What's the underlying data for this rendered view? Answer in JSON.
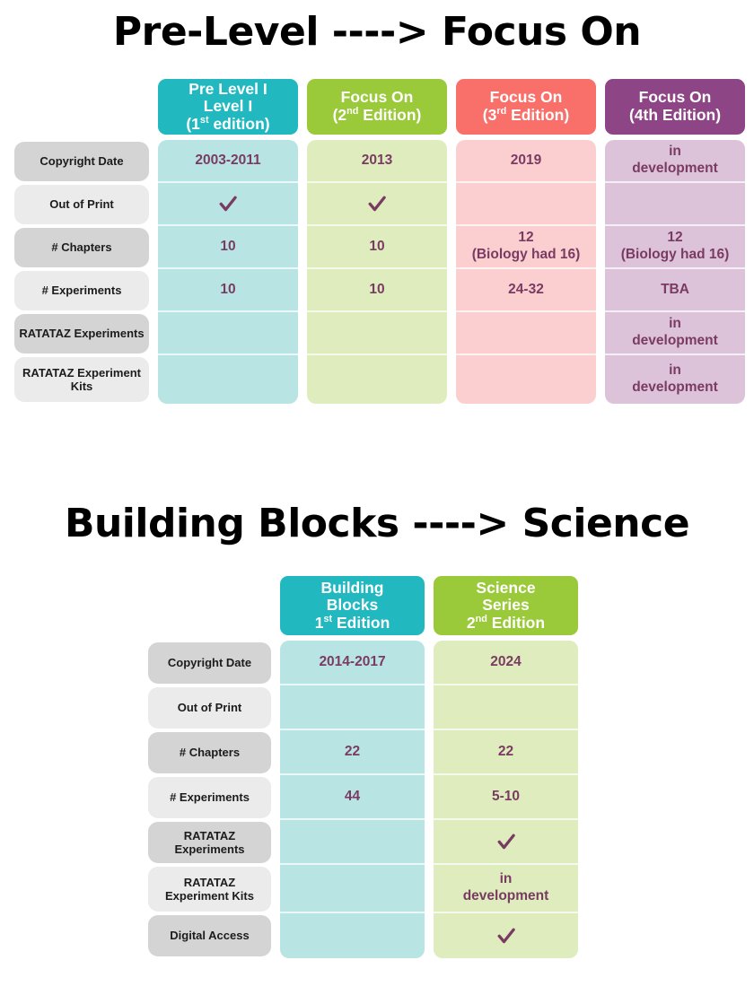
{
  "colors": {
    "head_teal": "#21b8c0",
    "head_green": "#9ac93a",
    "head_salmon": "#f9706b",
    "head_purple": "#8e4585",
    "body_teal": "#b8e5e4",
    "body_green": "#dfecbe",
    "body_salmon": "#fbcfcf",
    "body_purple": "#ddc3da",
    "label_dark": "#d4d4d4",
    "label_light": "#ebebeb",
    "value_text": "#7a3b63",
    "title_text": "#000000",
    "head_text": "#ffffff"
  },
  "sections": [
    {
      "title": "Pre-Level ----> Focus On",
      "row_labels": [
        "Copyright Date",
        "Out of Print",
        "# Chapters",
        "# Experiments",
        "RATATAZ Experiments",
        "RATATAZ Experiment Kits"
      ],
      "columns": [
        {
          "head_lines": [
            "Pre Level I",
            "Level  I",
            "(1st edition)"
          ],
          "head_sup": "st",
          "head_bg": "#21b8c0",
          "body_bg": "#b8e5e4",
          "values": [
            "2003-2011",
            "check",
            "10",
            "10",
            "",
            ""
          ]
        },
        {
          "head_lines": [
            "Focus On",
            "(2nd Edition)"
          ],
          "head_sup": "nd",
          "head_bg": "#9ac93a",
          "body_bg": "#dfecbe",
          "values": [
            "2013",
            "check",
            "10",
            "10",
            "",
            ""
          ]
        },
        {
          "head_lines": [
            "Focus On",
            "(3rd Edition)"
          ],
          "head_sup": "rd",
          "head_bg": "#f9706b",
          "body_bg": "#fbcfcf",
          "values": [
            "2019",
            "",
            "12 (Biology had 16)",
            "24-32",
            "",
            ""
          ]
        },
        {
          "head_lines": [
            "Focus On",
            "(4th Edition)"
          ],
          "head_sup": "",
          "head_bg": "#8e4585",
          "body_bg": "#ddc3da",
          "values": [
            "in development",
            "",
            "12 (Biology had 16)",
            "TBA",
            "in development",
            "in development"
          ]
        }
      ]
    },
    {
      "title": "Building Blocks ----> Science",
      "row_labels": [
        "Copyright Date",
        "Out of Print",
        "# Chapters",
        "# Experiments",
        "RATATAZ Experiments",
        "RATATAZ Experiment Kits",
        "Digital Access"
      ],
      "columns": [
        {
          "head_lines": [
            "Building",
            "Blocks",
            "1st Edition"
          ],
          "head_sup": "st",
          "head_bg": "#21b8c0",
          "body_bg": "#b8e5e4",
          "values": [
            "2014-2017",
            "",
            "22",
            "44",
            "",
            "",
            ""
          ]
        },
        {
          "head_lines": [
            "Science",
            "Series",
            "2nd Edition"
          ],
          "head_sup": "nd",
          "head_bg": "#9ac93a",
          "body_bg": "#dfecbe",
          "values": [
            "2024",
            "",
            "22",
            "5-10",
            "check",
            "in development",
            "check"
          ]
        }
      ]
    }
  ],
  "row_heights_1": [
    48,
    48,
    48,
    48,
    48,
    54
  ],
  "row_heights_2": [
    50,
    50,
    50,
    50,
    50,
    54,
    50
  ]
}
